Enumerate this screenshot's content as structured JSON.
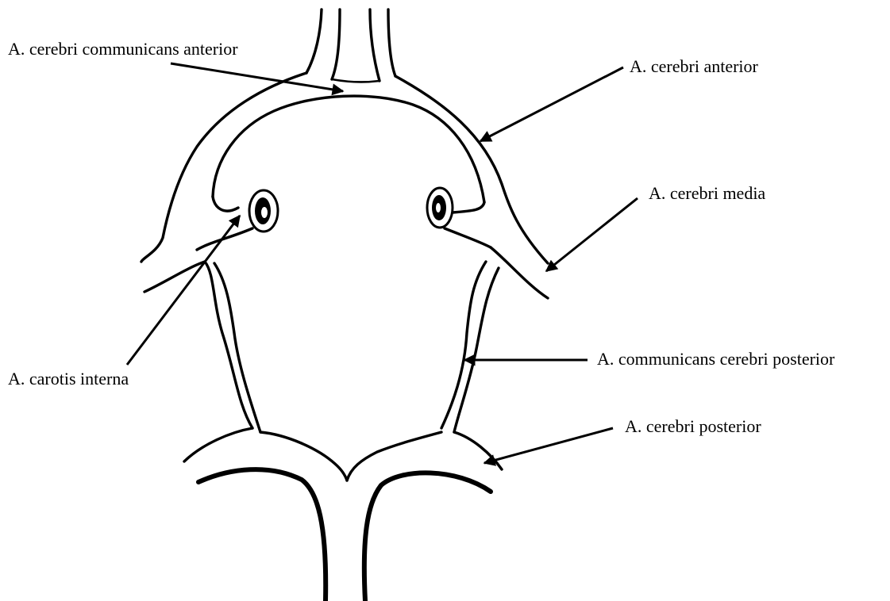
{
  "labels": {
    "acomm_anterior": "A. cerebri communicans anterior",
    "cerebri_anterior": "A. cerebri anterior",
    "cerebri_media": "A. cerebri media",
    "carotis_interna": "A. carotis interna",
    "comm_posterior": "A. communicans cerebri posterior",
    "cerebri_posterior": "A. cerebri posterior"
  }
}
